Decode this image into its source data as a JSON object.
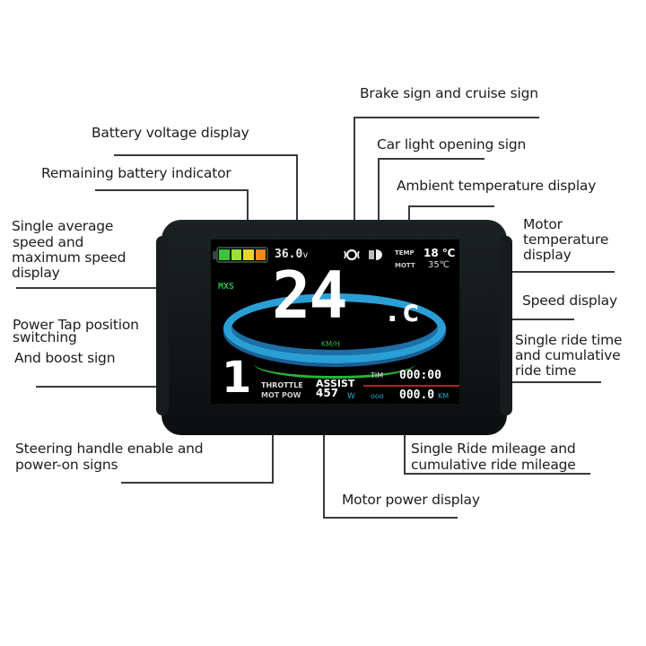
{
  "annotations": {
    "brake_cruise": "Brake sign and cruise sign",
    "battery_voltage": "Battery voltage display",
    "car_light": "Car light opening sign",
    "remaining_battery": "Remaining battery indicator",
    "ambient_temp": "Ambient temperature display",
    "avg_max_speed": [
      "Single average",
      " speed and",
      "maximum speed",
      "display"
    ],
    "motor_temp": [
      "Motor",
      "temperature",
      "display"
    ],
    "speed": "Speed display",
    "power_tap": [
      "Power Tap position",
      " switching"
    ],
    "boost": "And boost sign",
    "ride_time": [
      "Single ride time",
      "and cumulative",
      " ride time"
    ],
    "steering": [
      "Steering handle enable and",
      "power-on signs"
    ],
    "mileage": [
      "Single Ride mileage and",
      " cumulative ride mileage"
    ],
    "motor_power": "Motor power display"
  },
  "display": {
    "battery_cells": [
      "#39c43a",
      "#9be03a",
      "#e7d52e",
      "#f08a1e"
    ],
    "voltage": "36.0",
    "voltage_unit": "v",
    "temp_label": "TEMP",
    "temp_value": "18 ℃",
    "motor_temp_label": "MOTT",
    "motor_temp_value": "35℃",
    "mode": "MXS",
    "speed_int": "24",
    "speed_dec": ".c",
    "speed_unit": "KM/H",
    "gear": "1",
    "throttle_label": "THROTTLE",
    "motor_power_label": "MOT POW",
    "assist_label": "ASSIST",
    "power_value": "457",
    "power_unit": "W",
    "time_label": "TIM",
    "time_value": "000:00",
    "odo_icon": "ooo",
    "distance_value": "000.0",
    "distance_unit": "KM"
  },
  "colors": {
    "ring_blue": "#2a9fd6",
    "arc_green": "#27b93a",
    "mode_green": "#2fb34a",
    "divider_red": "#b3212a",
    "unit_cyan": "#27a6c9"
  }
}
